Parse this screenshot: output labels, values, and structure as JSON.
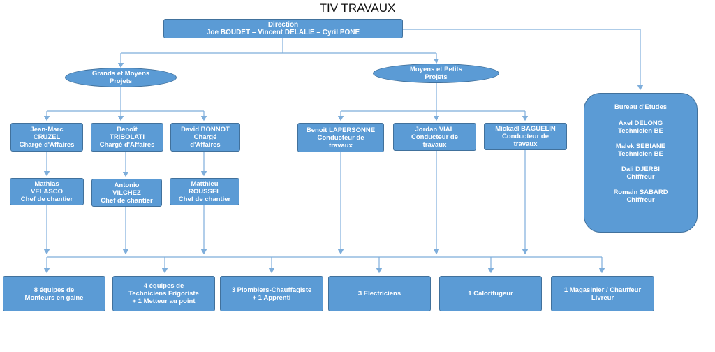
{
  "title": "TIV TRAVAUX",
  "direction": "Direction\nJoe BOUDET – Vincent DELALIE – Cyril PONE",
  "grands_projets": "Grands et Moyens\nProjets",
  "petits_projets": "Moyens et Petits\nProjets",
  "gm": [
    {
      "manager": "Jean-Marc\nCRUZEL\nChargé d'Affaires",
      "chef": "Mathias\nVELASCO\nChef de chantier"
    },
    {
      "manager": "Benoît\nTRIBOLATI\nChargé d'Affaires",
      "chef": "Antonio\nVILCHEZ\nChef de chantier"
    },
    {
      "manager": "David BONNOT\nChargé\nd'Affaires",
      "chef": "Matthieu\nROUSSEL\nChef de chantier"
    }
  ],
  "mp": [
    "Benoit LAPERSONNE\nConducteur de\ntravaux",
    "Jordan VIAL\nConducteur de\ntravaux",
    "Mickaël BAGUELIN\nConducteur de\ntravaux"
  ],
  "bureau": {
    "title": "Bureau d'Etudes",
    "members": [
      "Axel DELONG\nTechnicien BE",
      "Malek SEBIANE\nTechnicien BE",
      "Dali DJERBI\nChiffreur",
      "Romain SABARD\nChiffreur"
    ]
  },
  "teams": [
    "8 équipes de\nMonteurs en gaine",
    "4 équipes de\nTechniciens Frigoriste\n+ 1 Metteur au point",
    "3 Plombiers-Chauffagiste\n+ 1 Apprenti",
    "3 Electriciens",
    "1 Calorifugeur",
    "1 Magasinier / Chauffeur\nLivreur"
  ],
  "colors": {
    "box": "#5b9bd5",
    "border": "#41719c",
    "line": "#7eaedb"
  }
}
